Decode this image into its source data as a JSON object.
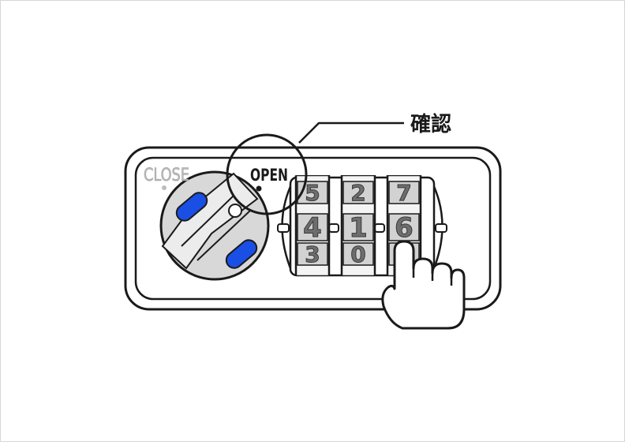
{
  "callout": {
    "label": "確認"
  },
  "dial": {
    "close_label": "CLOSE",
    "open_label": "OPEN"
  },
  "wheels": [
    {
      "digits": [
        "5",
        "4",
        "3"
      ]
    },
    {
      "digits": [
        "2",
        "1",
        "0"
      ]
    },
    {
      "digits": [
        "7",
        "6",
        ""
      ]
    }
  ],
  "colors": {
    "knob_blue": "#1a4fe6",
    "outline": "#1a1a1a",
    "dial_gray": "#d8d8d8",
    "digit_gray": "#6e6e6e"
  }
}
